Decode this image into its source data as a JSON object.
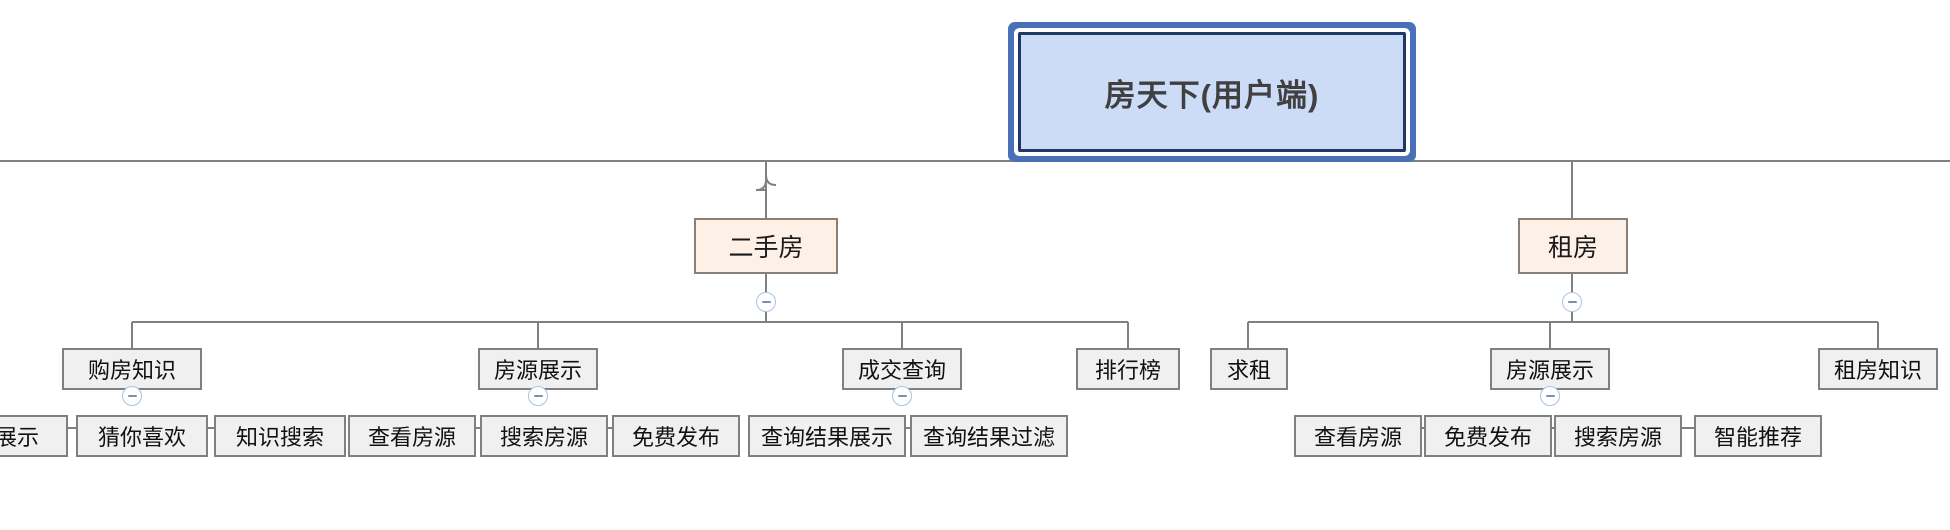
{
  "diagram": {
    "type": "mind-map",
    "title": "房天下(用户端)",
    "colors": {
      "root_fill": "#ccdcf7",
      "root_border": "#4a70b8",
      "level2_fill": "#fdf1e7",
      "level2_border": "#8a7f77",
      "level3_fill": "#f0f0f0",
      "level3_border": "#808080",
      "edge": "#808080",
      "toggle_border": "#a8c2e8",
      "toggle_bar": "#7b8fb5"
    },
    "root": {
      "label": "房天下(用户端)"
    },
    "level2": [
      {
        "id": "ershoufang",
        "label": "二手房"
      },
      {
        "id": "zufang",
        "label": "租房"
      }
    ],
    "level3": [
      {
        "id": "gofang-zhishi",
        "label": "购房知识",
        "parent": "ershoufang"
      },
      {
        "id": "fangyuan-zhanshi-1",
        "label": "房源展示",
        "parent": "ershoufang"
      },
      {
        "id": "chengjiao-chaxun",
        "label": "成交查询",
        "parent": "ershoufang"
      },
      {
        "id": "paihangbang",
        "label": "排行榜",
        "parent": "ershoufang"
      },
      {
        "id": "qiuzu",
        "label": "求租",
        "parent": "zufang"
      },
      {
        "id": "fangyuan-zhanshi-2",
        "label": "房源展示",
        "parent": "zufang"
      },
      {
        "id": "zufang-zhishi",
        "label": "租房知识",
        "parent": "zufang"
      }
    ],
    "level4": [
      {
        "id": "zhanshi",
        "label": "展示",
        "parent": "gofang-zhishi",
        "clipped": true
      },
      {
        "id": "cainixihuan",
        "label": "猜你喜欢",
        "parent": "gofang-zhishi"
      },
      {
        "id": "zhishi-sousuo",
        "label": "知识搜索",
        "parent": "gofang-zhishi"
      },
      {
        "id": "chakan-fangyuan-1",
        "label": "查看房源",
        "parent": "fangyuan-zhanshi-1"
      },
      {
        "id": "sousuo-fangyuan-1",
        "label": "搜索房源",
        "parent": "fangyuan-zhanshi-1"
      },
      {
        "id": "mianfei-fabu-1",
        "label": "免费发布",
        "parent": "fangyuan-zhanshi-1"
      },
      {
        "id": "chaxun-jieguo-zhanshi",
        "label": "查询结果展示",
        "parent": "chengjiao-chaxun"
      },
      {
        "id": "chaxun-jieguo-guolv",
        "label": "查询结果过滤",
        "parent": "chengjiao-chaxun"
      },
      {
        "id": "chakan-fangyuan-2",
        "label": "查看房源",
        "parent": "fangyuan-zhanshi-2"
      },
      {
        "id": "mianfei-fabu-2",
        "label": "免费发布",
        "parent": "fangyuan-zhanshi-2"
      },
      {
        "id": "sousuo-fangyuan-2",
        "label": "搜索房源",
        "parent": "fangyuan-zhanshi-2"
      },
      {
        "id": "zhineng-tuijian",
        "label": "智能推荐",
        "parent": "fangyuan-zhanshi-2"
      }
    ],
    "toggles": [
      {
        "id": "toggle-ershoufang",
        "state": "expanded",
        "glyph": "minus"
      },
      {
        "id": "toggle-zufang",
        "state": "expanded",
        "glyph": "minus"
      },
      {
        "id": "toggle-gofang-zhishi",
        "state": "expanded",
        "glyph": "minus"
      },
      {
        "id": "toggle-fangyuan-zhanshi-1",
        "state": "expanded",
        "glyph": "minus"
      },
      {
        "id": "toggle-chengjiao-chaxun",
        "state": "expanded",
        "glyph": "minus"
      },
      {
        "id": "toggle-fangyuan-zhanshi-2",
        "state": "expanded",
        "glyph": "minus"
      }
    ]
  }
}
